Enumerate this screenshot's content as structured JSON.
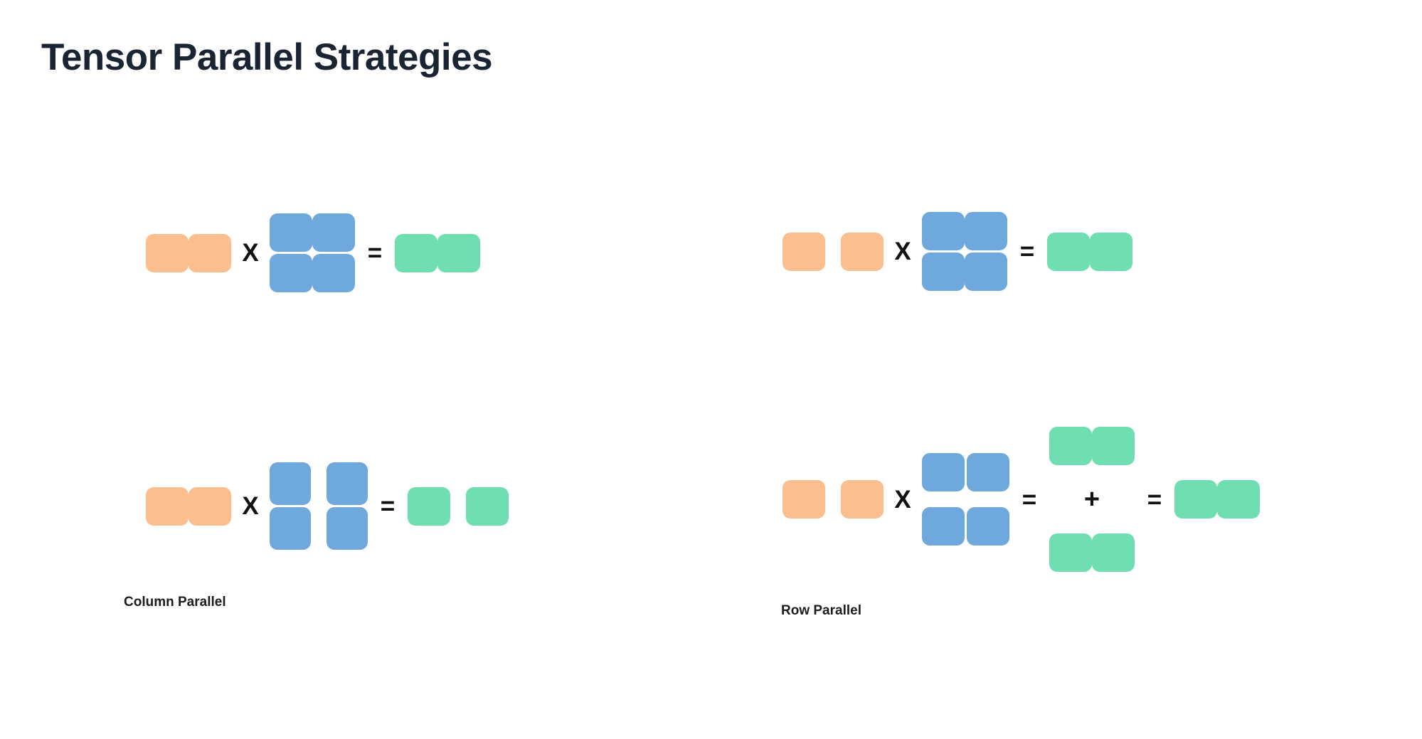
{
  "page": {
    "title": "Tensor Parallel Strategies",
    "background": "#ffffff"
  },
  "colors": {
    "input_orange": "#fbbe8f",
    "weight_blue": "#6fa8dc",
    "output_green": "#6fdeb0",
    "title_text": "#1a2433",
    "operator_text": "#111111",
    "caption_text": "#1c1c1c"
  },
  "operators": {
    "multiply": "X",
    "equals": "=",
    "plus": "+"
  },
  "captions": {
    "column_parallel": "Column Parallel",
    "row_parallel": "Row Parallel"
  },
  "chart_data": {
    "type": "diagram",
    "title": "Tensor Parallel Strategies",
    "panels": [
      {
        "id": "column-parallel-unsharded",
        "caption": "",
        "expression": [
          "input",
          "X",
          "weight",
          "=",
          "output"
        ],
        "operands": [
          {
            "name": "input",
            "color": "#fbbe8f",
            "rows": 1,
            "cols": 2,
            "split": "none"
          },
          {
            "name": "weight",
            "color": "#6fa8dc",
            "rows": 2,
            "cols": 2,
            "split": "none"
          },
          {
            "name": "output",
            "color": "#6fdeb0",
            "rows": 1,
            "cols": 2,
            "split": "none"
          }
        ]
      },
      {
        "id": "column-parallel-sharded",
        "caption": "Column Parallel",
        "expression": [
          "input",
          "X",
          "weight",
          "=",
          "output"
        ],
        "operands": [
          {
            "name": "input",
            "color": "#fbbe8f",
            "rows": 1,
            "cols": 2,
            "split": "none"
          },
          {
            "name": "weight",
            "color": "#6fa8dc",
            "rows": 2,
            "cols": 2,
            "split": "columns"
          },
          {
            "name": "output",
            "color": "#6fdeb0",
            "rows": 1,
            "cols": 2,
            "split": "columns"
          }
        ]
      },
      {
        "id": "row-parallel-unsharded",
        "caption": "",
        "expression": [
          "input",
          "X",
          "weight",
          "=",
          "output"
        ],
        "operands": [
          {
            "name": "input",
            "color": "#fbbe8f",
            "rows": 1,
            "cols": 2,
            "split": "columns"
          },
          {
            "name": "weight",
            "color": "#6fa8dc",
            "rows": 2,
            "cols": 2,
            "split": "none"
          },
          {
            "name": "output",
            "color": "#6fdeb0",
            "rows": 1,
            "cols": 2,
            "split": "none"
          }
        ]
      },
      {
        "id": "row-parallel-sharded",
        "caption": "Row Parallel",
        "expression": [
          "input",
          "X",
          "weight",
          "=",
          "partial_a",
          "+",
          "partial_b",
          "=",
          "output"
        ],
        "operands": [
          {
            "name": "input",
            "color": "#fbbe8f",
            "rows": 1,
            "cols": 2,
            "split": "columns"
          },
          {
            "name": "weight",
            "color": "#6fa8dc",
            "rows": 2,
            "cols": 2,
            "split": "rows"
          },
          {
            "name": "partial_a",
            "color": "#6fdeb0",
            "rows": 1,
            "cols": 2,
            "split": "none"
          },
          {
            "name": "partial_b",
            "color": "#6fdeb0",
            "rows": 1,
            "cols": 2,
            "split": "none"
          },
          {
            "name": "output",
            "color": "#6fdeb0",
            "rows": 1,
            "cols": 2,
            "split": "none"
          }
        ]
      }
    ]
  }
}
